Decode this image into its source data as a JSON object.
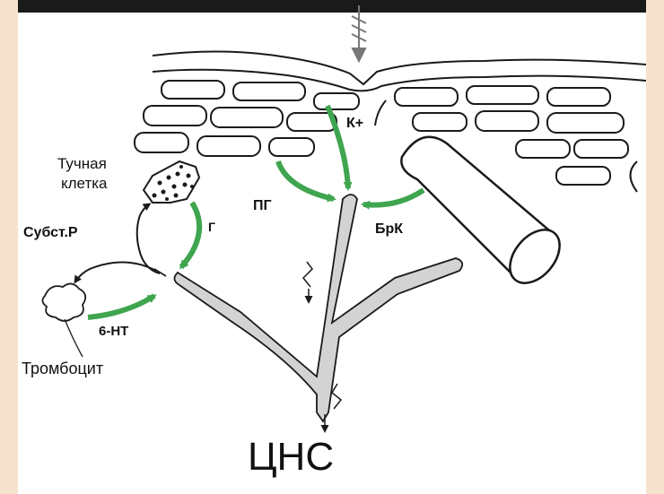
{
  "header_text": "",
  "labels": {
    "mast_cell": [
      "Тучная",
      "клетка"
    ],
    "substance_p": "Субст.P",
    "platelet": "Тромбоцит",
    "serotonin": "6-НТ",
    "histamine": "Г",
    "prostaglandins": "ПГ",
    "potassium": "К+",
    "bradykinin": "БрК",
    "cns": "ЦНС"
  },
  "colors": {
    "arrow_green": "#3fa54f",
    "ink": "#1a1a1a",
    "nerve_fill": "#d3d3d3",
    "background": "#f6e2cf"
  },
  "icons": [
    "tissue-damage-arrow-icon",
    "nerve-impulse-icon"
  ]
}
